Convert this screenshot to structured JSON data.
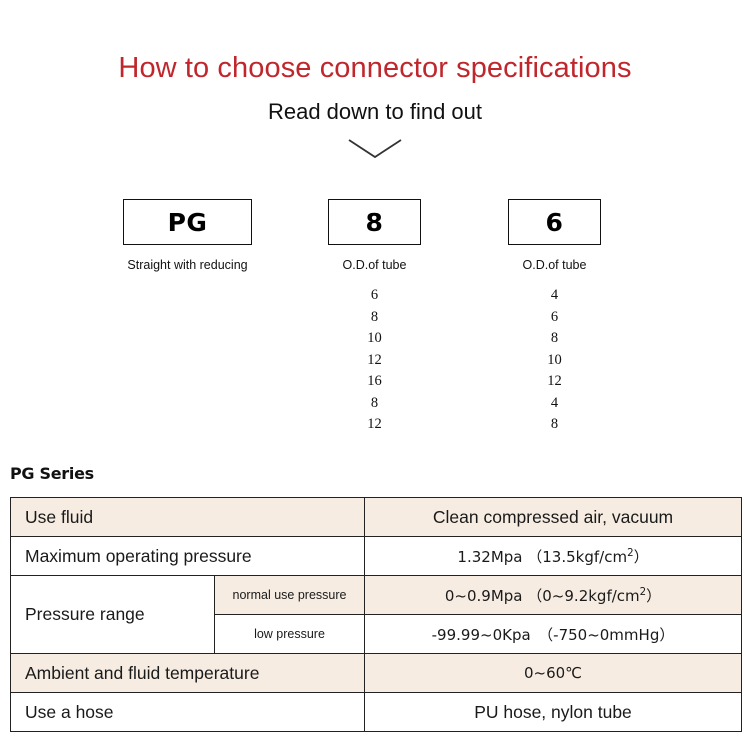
{
  "header": {
    "title": "How to choose connector specifications",
    "subtitle": "Read down to find out",
    "title_color": "#c0272d",
    "chevron_icon": "chevron-down-icon"
  },
  "selector": {
    "boxes": [
      {
        "code": "PG",
        "caption": "Straight with reducing"
      },
      {
        "code": "8",
        "caption": "O.D.of tube"
      },
      {
        "code": "6",
        "caption": "O.D.of  tube"
      }
    ],
    "options_col_2": [
      "6",
      "8",
      "10",
      "12",
      "16",
      "8",
      "12"
    ],
    "options_col_3": [
      "4",
      "6",
      "8",
      "10",
      "12",
      "4",
      "8"
    ]
  },
  "spec": {
    "series_label": "PG Series",
    "row_beige_color": "#f6ece2",
    "rows": {
      "use_fluid": {
        "label": "Use fluid",
        "value": "Clean compressed air, vacuum"
      },
      "max_pressure": {
        "label": "Maximum operating pressure",
        "value_main": "1.32Mpa",
        "value_paren": "（13.5kgf/cm",
        "value_sup": "2",
        "value_tail": "）"
      },
      "pressure_range": {
        "label": "Pressure range",
        "normal": {
          "sublabel": "normal use pressure",
          "value_main": "0~0.9Mpa",
          "value_paren": "（0~9.2kgf/cm",
          "value_sup": "2",
          "value_tail": "）"
        },
        "low": {
          "sublabel": "low pressure",
          "value": "-99.99~0Kpa　（-750~0mmHg）"
        }
      },
      "temperature": {
        "label": "Ambient and fluid temperature",
        "value": "0~60℃"
      },
      "hose": {
        "label": "Use a hose",
        "value": "PU hose, nylon tube"
      }
    }
  }
}
